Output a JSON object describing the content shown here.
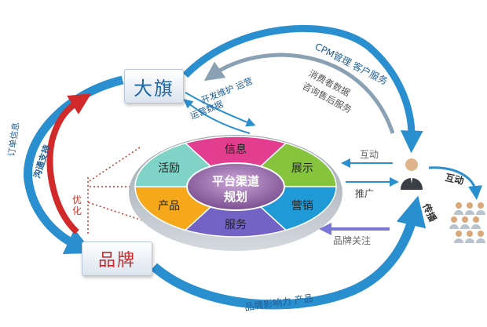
{
  "nodes": {
    "daqi": "大旗",
    "pinpai": "品牌"
  },
  "wheel": {
    "center_line1": "平台渠道",
    "center_line2": "规划",
    "segments": [
      {
        "label": "信息",
        "color": "#e23d8e"
      },
      {
        "label": "展示",
        "color": "#86c43d"
      },
      {
        "label": "营销",
        "color": "#1f9ad6"
      },
      {
        "label": "服务",
        "color": "#7363c4"
      },
      {
        "label": "产品",
        "color": "#f5a81a"
      },
      {
        "label": "活励",
        "color": "#7fd3c7"
      }
    ]
  },
  "labels": {
    "cpm": "CPM管理 客户服务",
    "consumer_data": "消费者数据",
    "consult": "咨询售后服务",
    "dev_ops": "开发维护 运营",
    "ops_data": "运营数据",
    "interact": "互动",
    "promote": "推广",
    "brand_follow": "品牌关注",
    "brand_influence": "品牌影响力 产品",
    "optimize": "优化",
    "comm_support": "沟通支持",
    "order_info": "订单信息",
    "interact_right": "互动",
    "spread": "传播"
  },
  "colors": {
    "arrow_blue": "#2a8fcf",
    "arrow_red": "#d22a2a",
    "arrow_purple": "#7a76d6"
  }
}
